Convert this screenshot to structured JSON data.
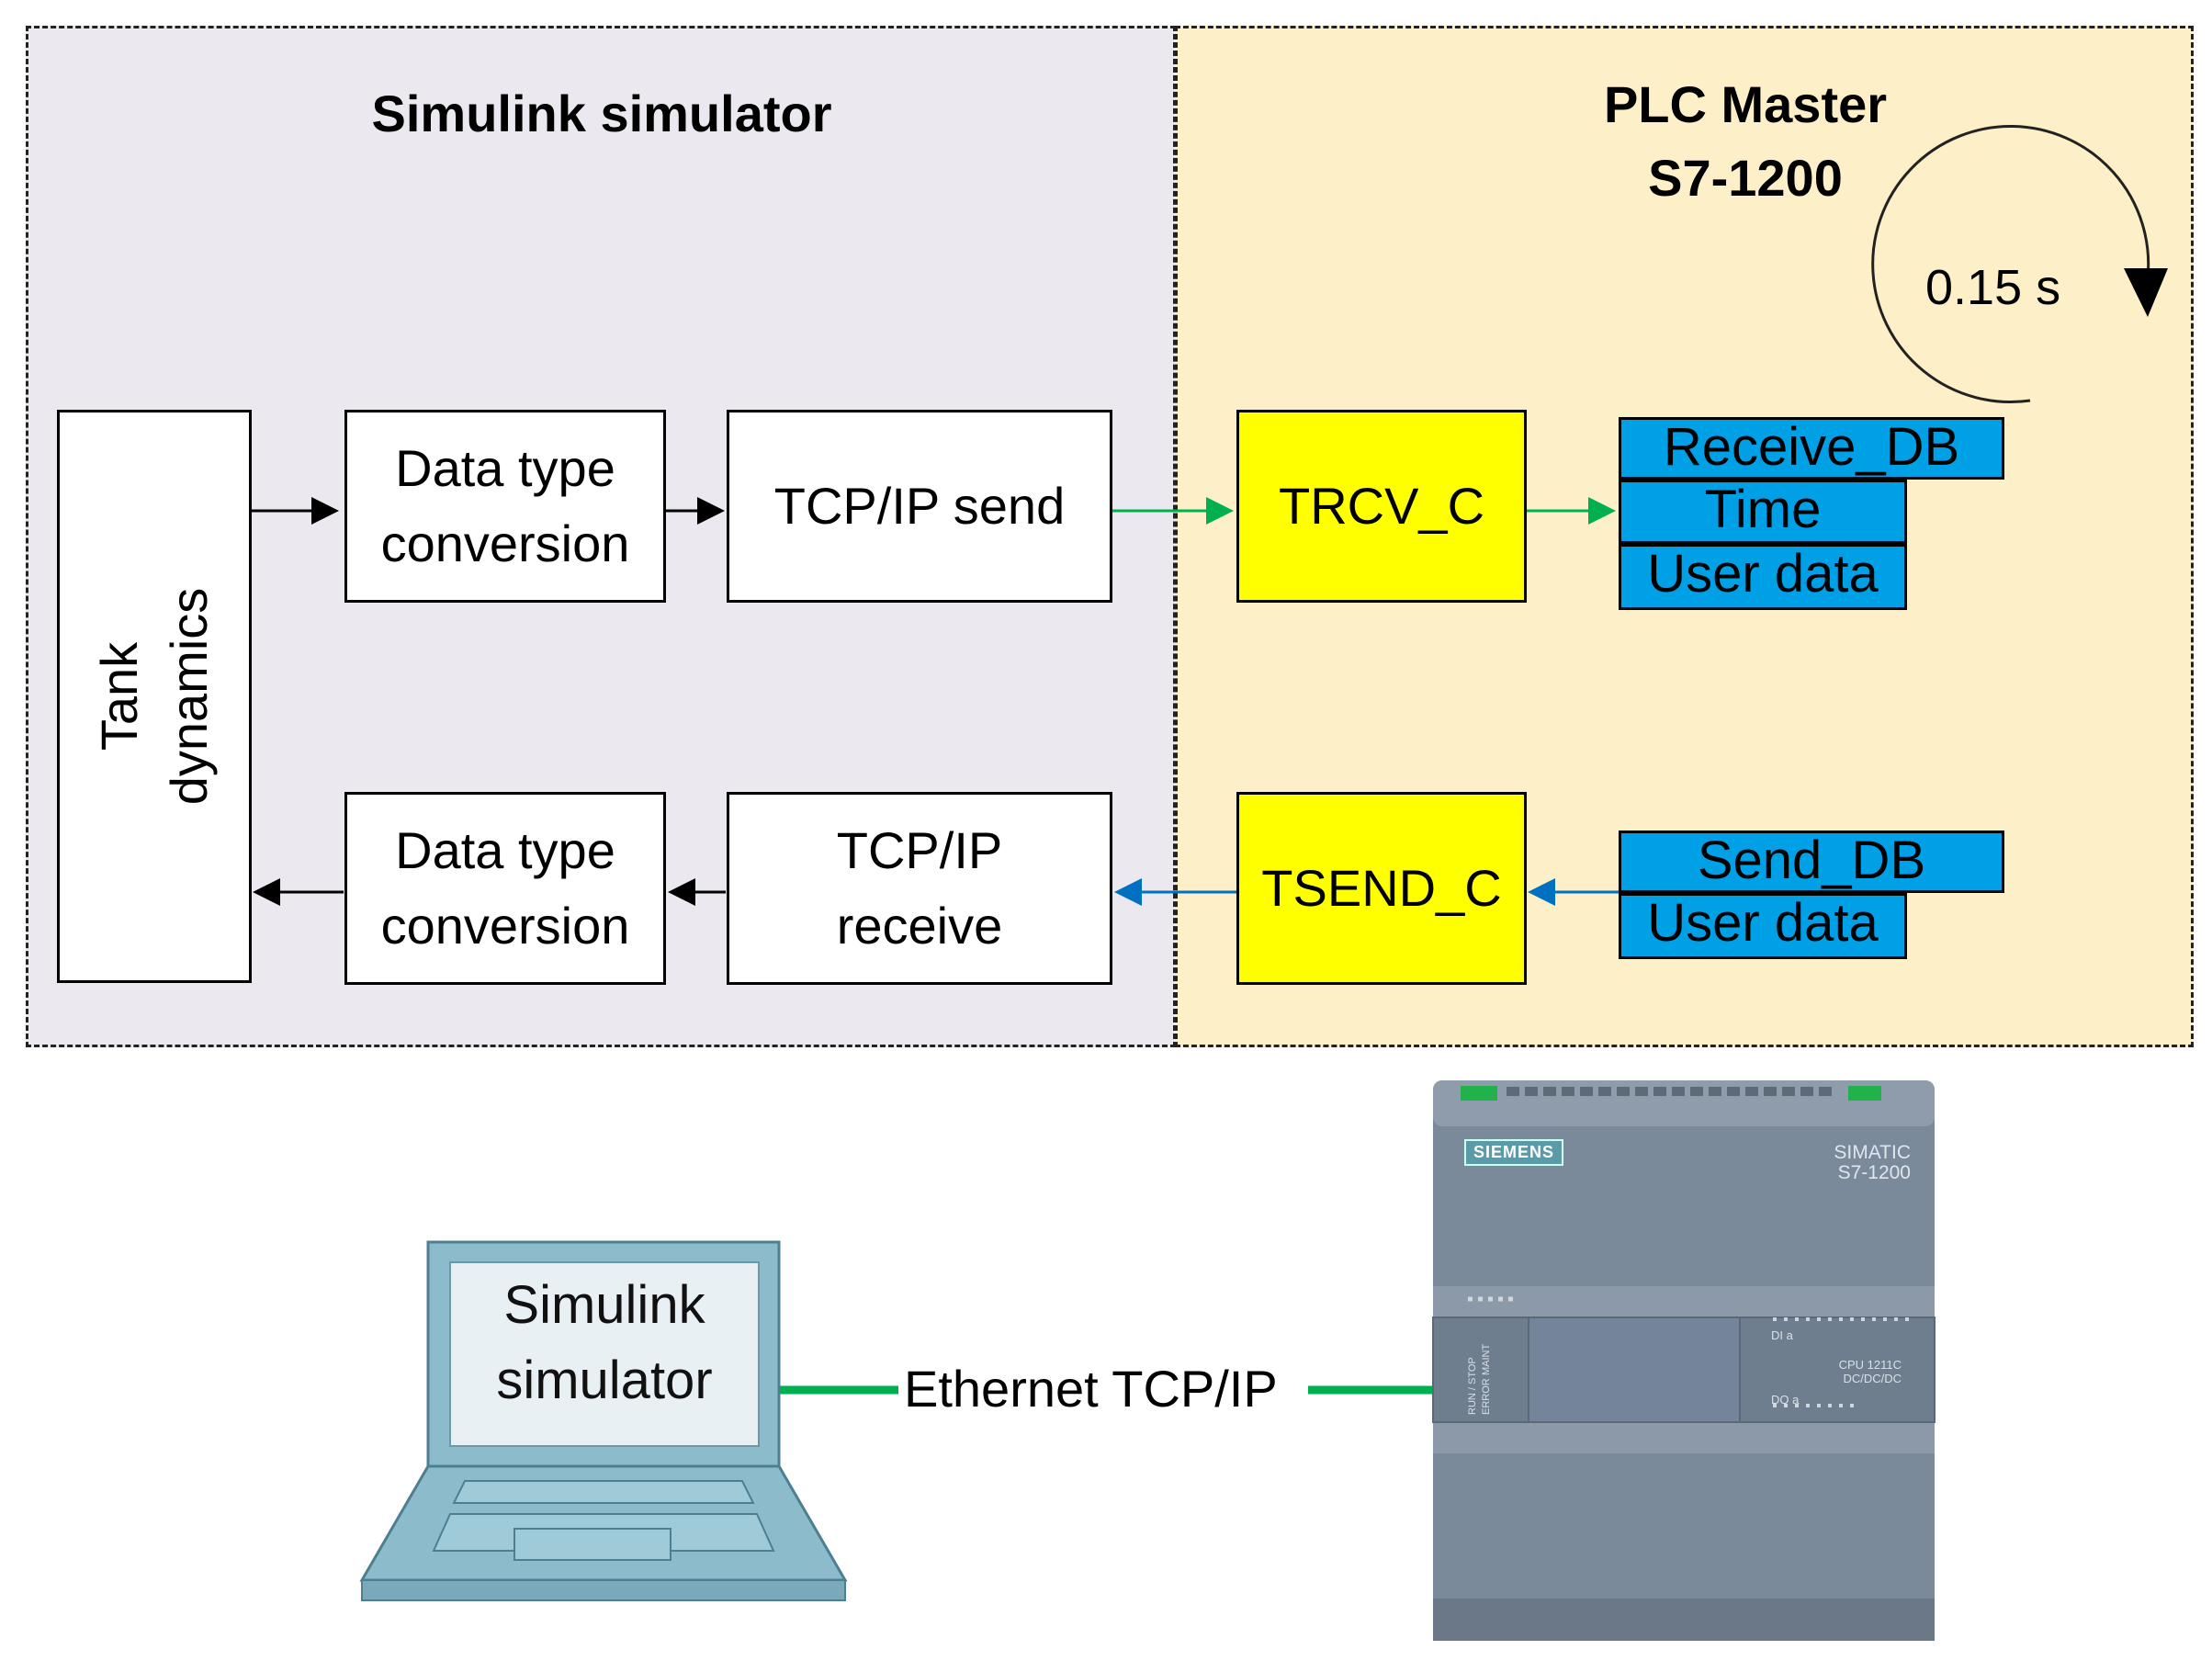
{
  "left_region": {
    "title": "Simulink simulator"
  },
  "right_region": {
    "title_line1": "PLC Master",
    "title_line2": "S7-1200",
    "cycle_time": "0.15 s"
  },
  "blocks": {
    "tank": {
      "line1": "Tank",
      "line2": "dynamics"
    },
    "dtc_top": {
      "line1": "Data type",
      "line2": "conversion"
    },
    "tcp_send": {
      "label": "TCP/IP send"
    },
    "dtc_bottom": {
      "line1": "Data type",
      "line2": "conversion"
    },
    "tcp_receive": {
      "line1": "TCP/IP",
      "line2": "receive"
    },
    "trcv": {
      "label": "TRCV_C"
    },
    "tsend": {
      "label": "TSEND_C"
    }
  },
  "receive_db": {
    "header": "Receive_DB",
    "rows": [
      "Time",
      "User data"
    ]
  },
  "send_db": {
    "header": "Send_DB",
    "rows": [
      "User data"
    ]
  },
  "hardware": {
    "laptop_line1": "Simulink",
    "laptop_line2": "simulator",
    "link_label": "Ethernet TCP/IP",
    "plc_brand": "SIEMENS",
    "plc_model_line1": "SIMATIC",
    "plc_model_line2": "S7-1200",
    "plc_cpu_line1": "CPU 1211C",
    "plc_cpu_line2": "DC/DC/DC",
    "plc_status": [
      "RUN / STOP",
      "ERROR",
      "MAINT"
    ],
    "plc_di_label": "DI a",
    "plc_dq_label": "DQ a"
  },
  "colors": {
    "left_bg": "#ebe8ef",
    "right_bg": "#fdf0c8",
    "yellow_block": "#ffff00",
    "db_blue": "#00a0e6",
    "green_arrow": "#00b050",
    "blue_arrow": "#0070c0",
    "ethernet": "#00b050",
    "laptop": "#8cbccc"
  }
}
